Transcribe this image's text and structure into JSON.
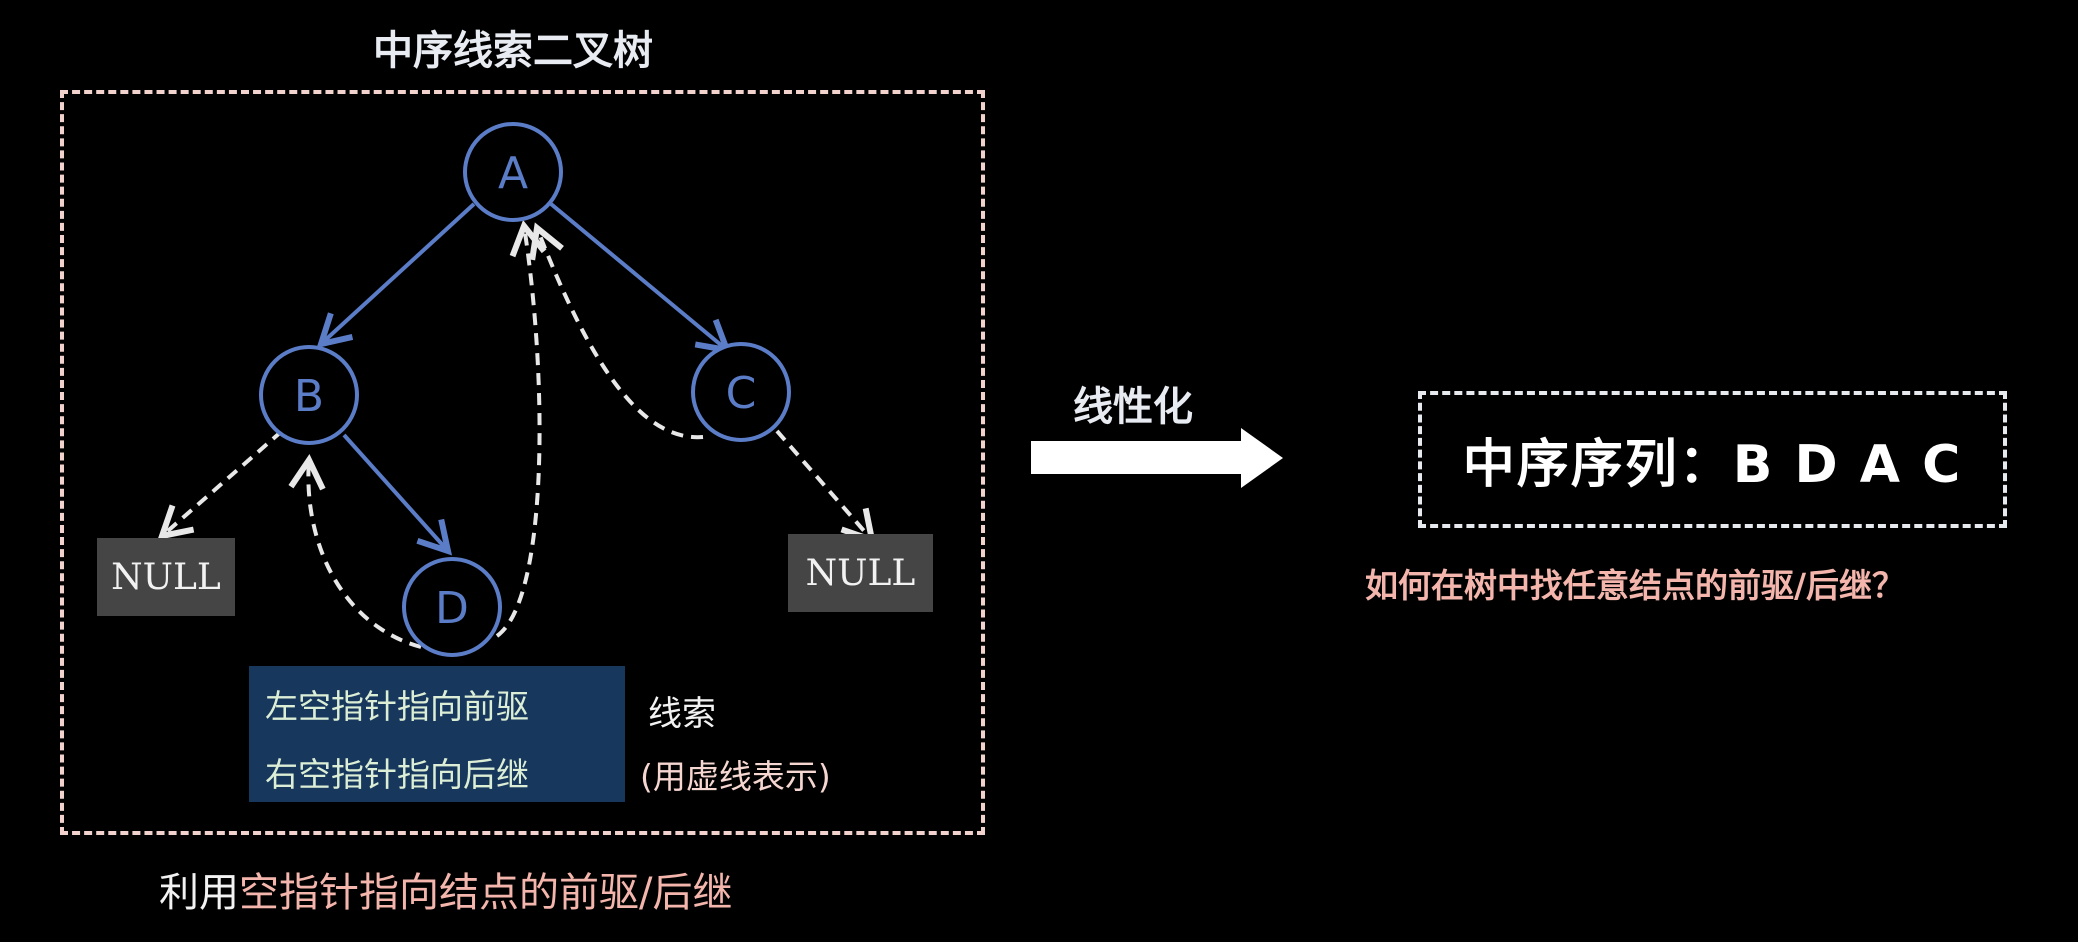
{
  "title": "中序线索二叉树",
  "nodes": {
    "a": "A",
    "b": "B",
    "c": "C",
    "d": "D"
  },
  "null_label": "NULL",
  "legend": {
    "line1": "左空指针指向前驱",
    "line2": "右空指针指向后继",
    "label": "线索",
    "note": "(用虚线表示)"
  },
  "bottom": {
    "part1": "利用",
    "part2": "空指针指向",
    "part3": "结点的前驱/后继"
  },
  "arrow_label": "线性化",
  "sequence": "中序序列：B D A C",
  "question": "如何在树中找任意结点的前驱/后继？",
  "colors": {
    "node": "#5b7cc6",
    "thread": "#e8e8e8",
    "frame": "#f2d2cc",
    "highlight": "#f4b6ac",
    "legend_bg": "#17375c"
  }
}
